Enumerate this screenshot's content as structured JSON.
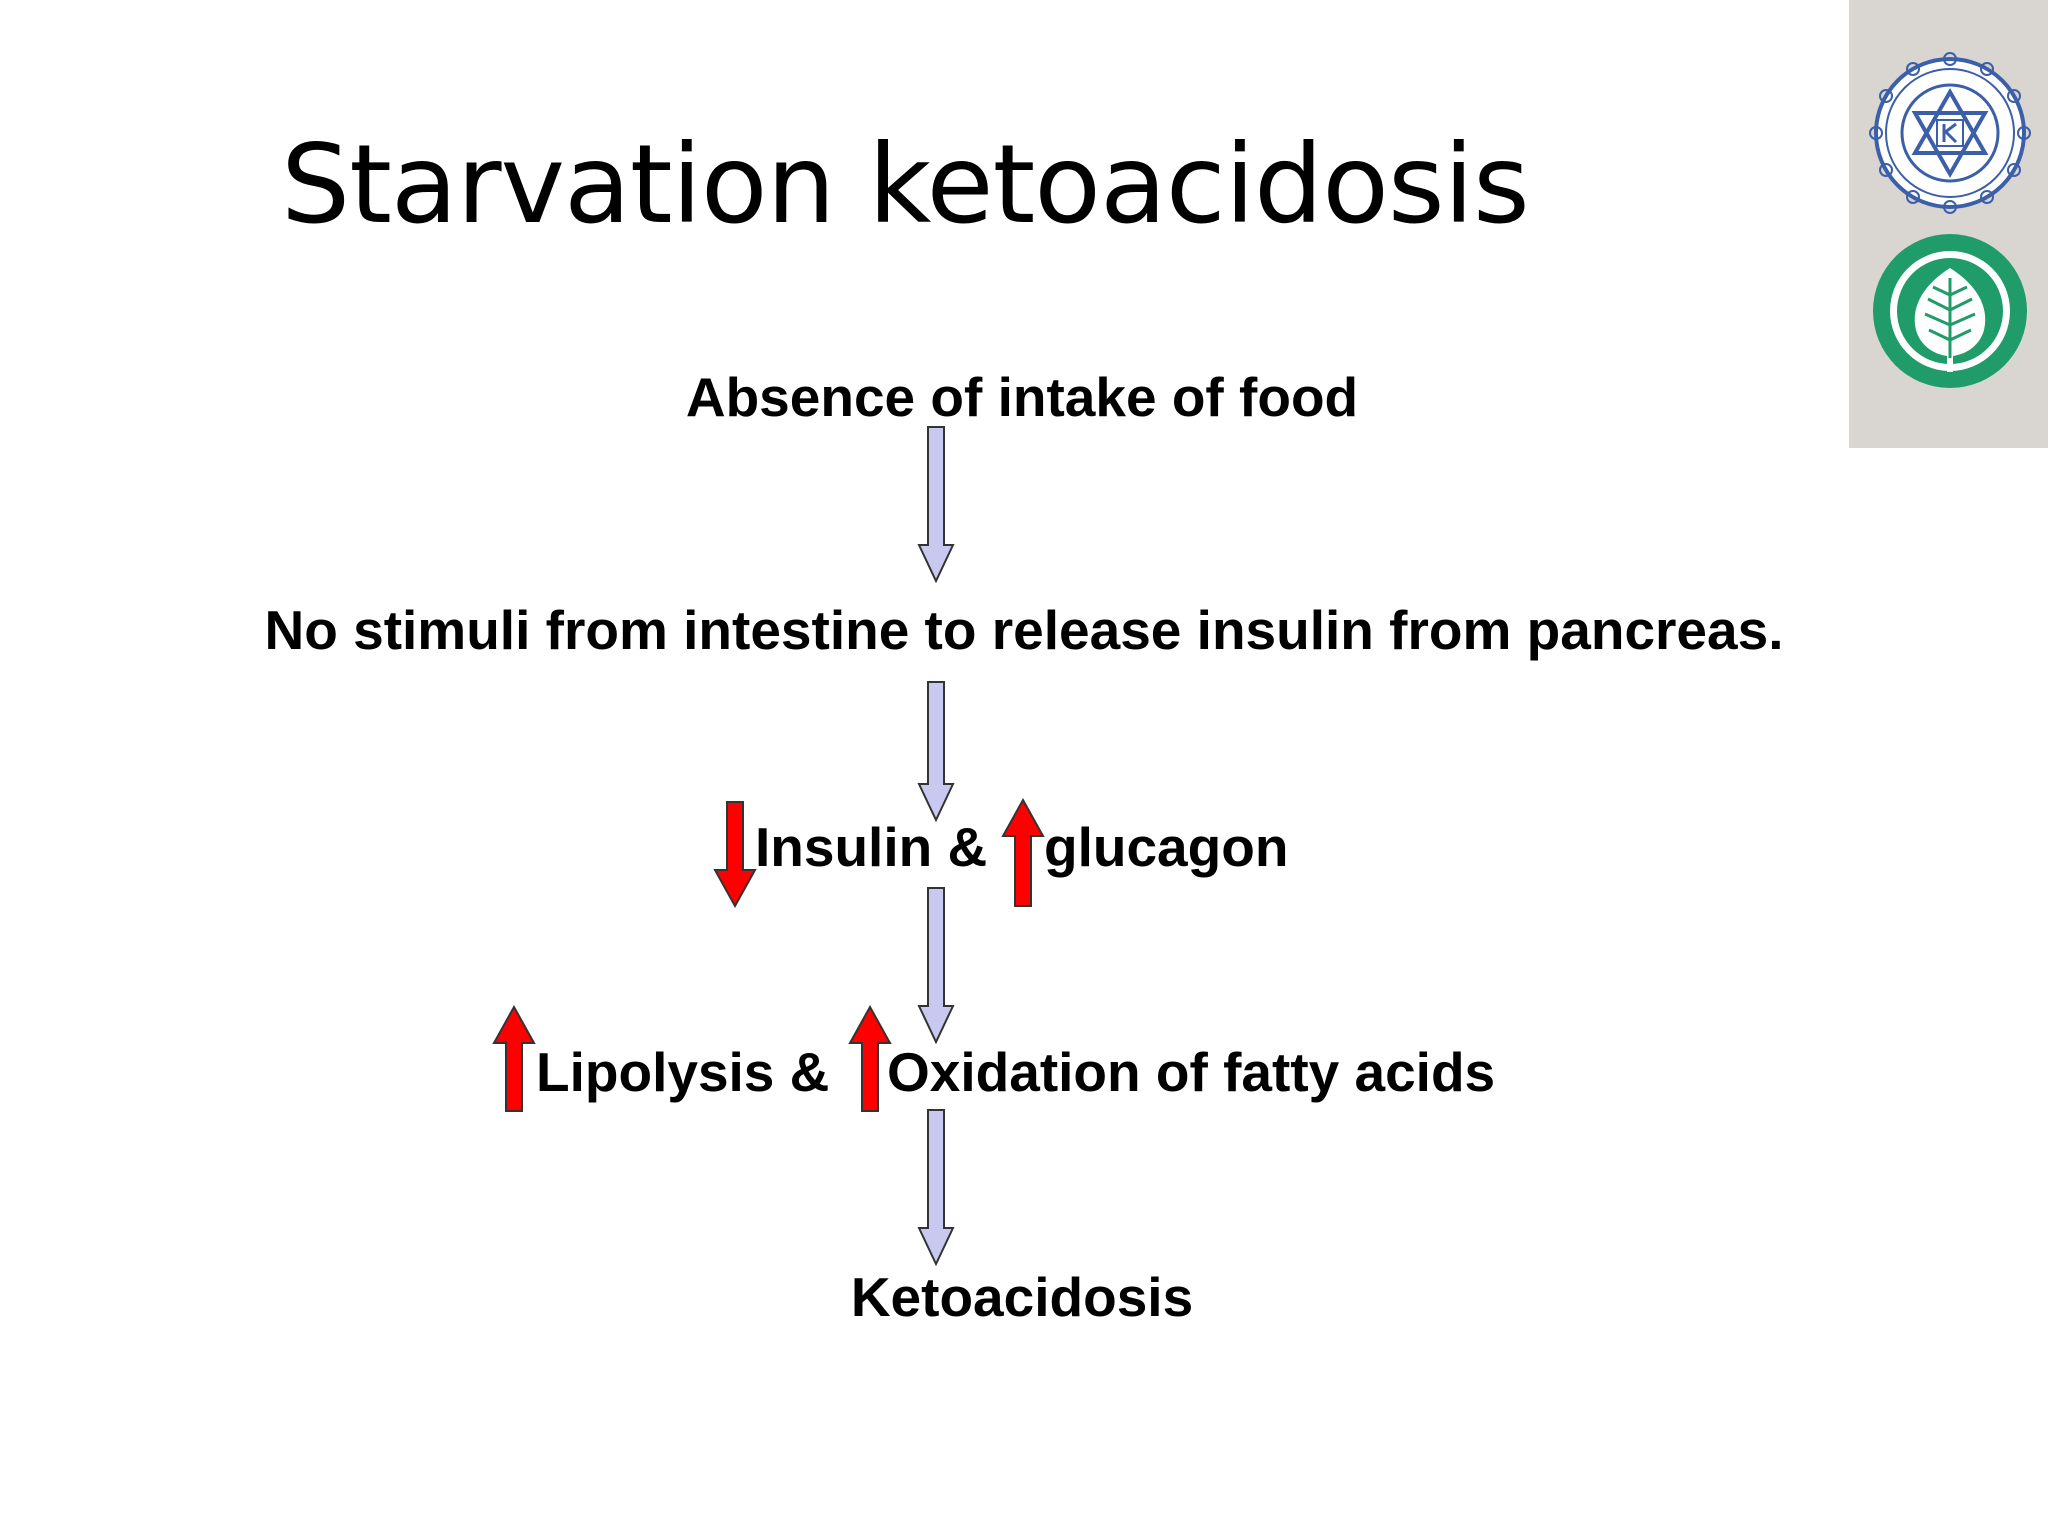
{
  "slide": {
    "title": "Starvation ketoacidosis"
  },
  "logos": {
    "top": {
      "icon": "university-seal-icon"
    },
    "bottom": {
      "icon": "leaf-emblem-icon",
      "color": "#1f9c6a"
    }
  },
  "flow": {
    "step1": "Absence of intake of food",
    "step2": "No stimuli from intestine to release insulin from pancreas.",
    "step3_part1": "Insulin &",
    "step3_part2": "glucagon",
    "step4_part1": "Lipolysis &",
    "step4_part2": "Oxidation of fatty acids",
    "step5": "Ketoacidosis"
  },
  "colors": {
    "flow_arrow_fill": "#c8c8f0",
    "change_arrow_fill": "#ff0000"
  }
}
